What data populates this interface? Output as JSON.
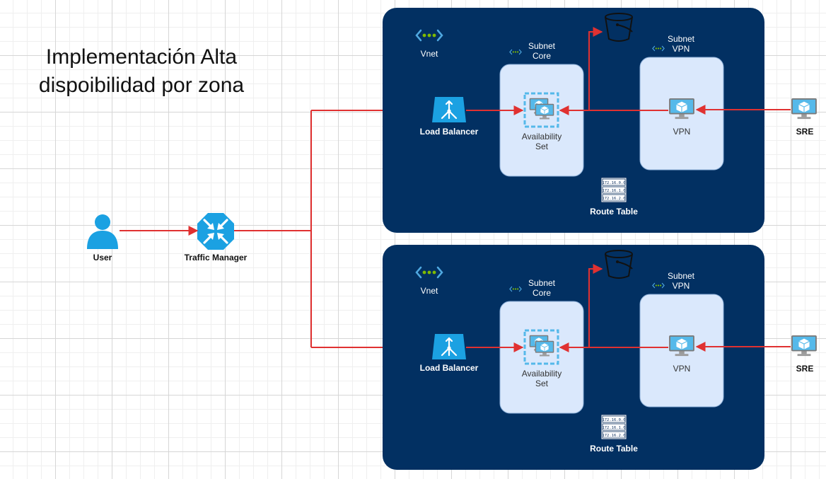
{
  "title": {
    "line1": "Implementación Alta",
    "line2": "dispoibilidad por zona"
  },
  "user": {
    "label": "User",
    "icon": "user-icon"
  },
  "traffic_manager": {
    "label": "Traffic Manager",
    "icon": "traffic-manager-icon"
  },
  "zones": [
    {
      "vnet_label": "Vnet",
      "subnet_core": {
        "line1": "Subnet",
        "line2": "Core"
      },
      "subnet_vpn": {
        "line1": "Subnet",
        "line2": "VPN"
      },
      "load_balancer": "Load Balancer",
      "availability_set": {
        "line1": "Availability",
        "line2": "Set"
      },
      "vpn": "VPN",
      "sre": "SRE",
      "route_table": {
        "label": "Route Table",
        "entries": [
          "172.16.0.0",
          "172.16.1.0",
          "172.16.2.0"
        ]
      }
    },
    {
      "vnet_label": "Vnet",
      "subnet_core": {
        "line1": "Subnet",
        "line2": "Core"
      },
      "subnet_vpn": {
        "line1": "Subnet",
        "line2": "VPN"
      },
      "load_balancer": "Load Balancer",
      "availability_set": {
        "line1": "Availability",
        "line2": "Set"
      },
      "vpn": "VPN",
      "sre": "SRE",
      "route_table": {
        "label": "Route Table",
        "entries": [
          "172.16.0.0",
          "172.16.1.0",
          "172.16.2.0"
        ]
      }
    }
  ],
  "colors": {
    "zone_fill": "#023062",
    "subnet_fill": "#dae8fc",
    "arrow": "#e03131",
    "icon_blue": "#1ba1e2",
    "vnet_green": "#7fba00"
  }
}
